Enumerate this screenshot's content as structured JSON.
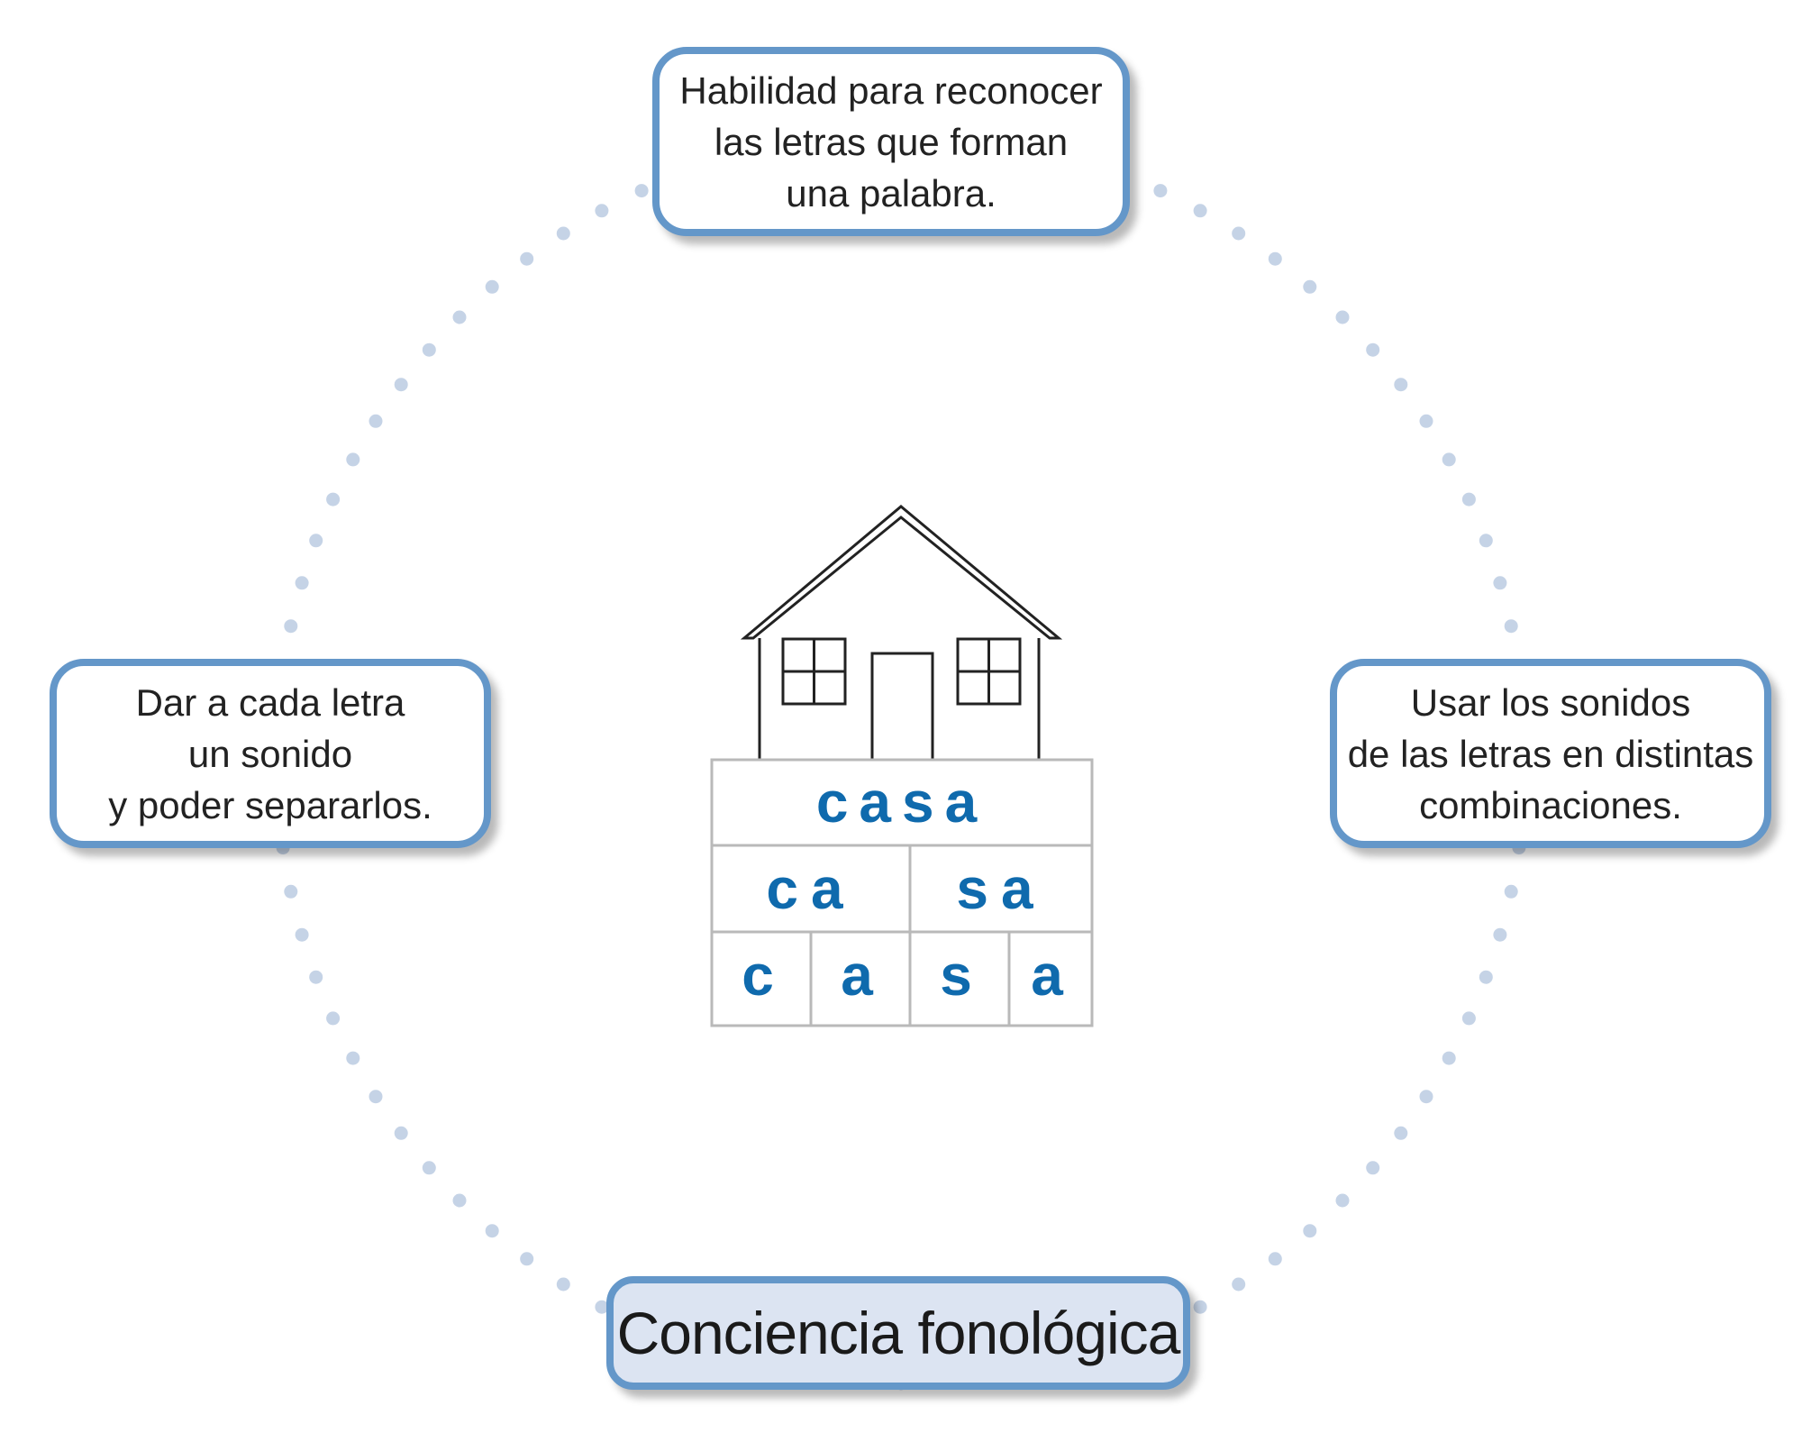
{
  "boxes": {
    "top": "Habilidad para reconocer\nlas letras que forman\nuna palabra.",
    "left": "Dar a cada letra\nun sonido\ny poder separarlos.",
    "right": "Usar  los sonidos\nde las letras en distintas\ncombinaciones."
  },
  "title": "Conciencia fonológica",
  "word_table": {
    "word": "casa",
    "syllables": [
      "ca",
      "sa"
    ],
    "letters": [
      "c",
      "a",
      "s",
      "a"
    ]
  },
  "colors": {
    "box_border": "#6497c9",
    "dots": "#c5d3e6",
    "word_text": "#0f6aad",
    "title_fill": "#dce4f2",
    "table_border": "#b9b9b9"
  },
  "icons": [
    "house-icon"
  ]
}
